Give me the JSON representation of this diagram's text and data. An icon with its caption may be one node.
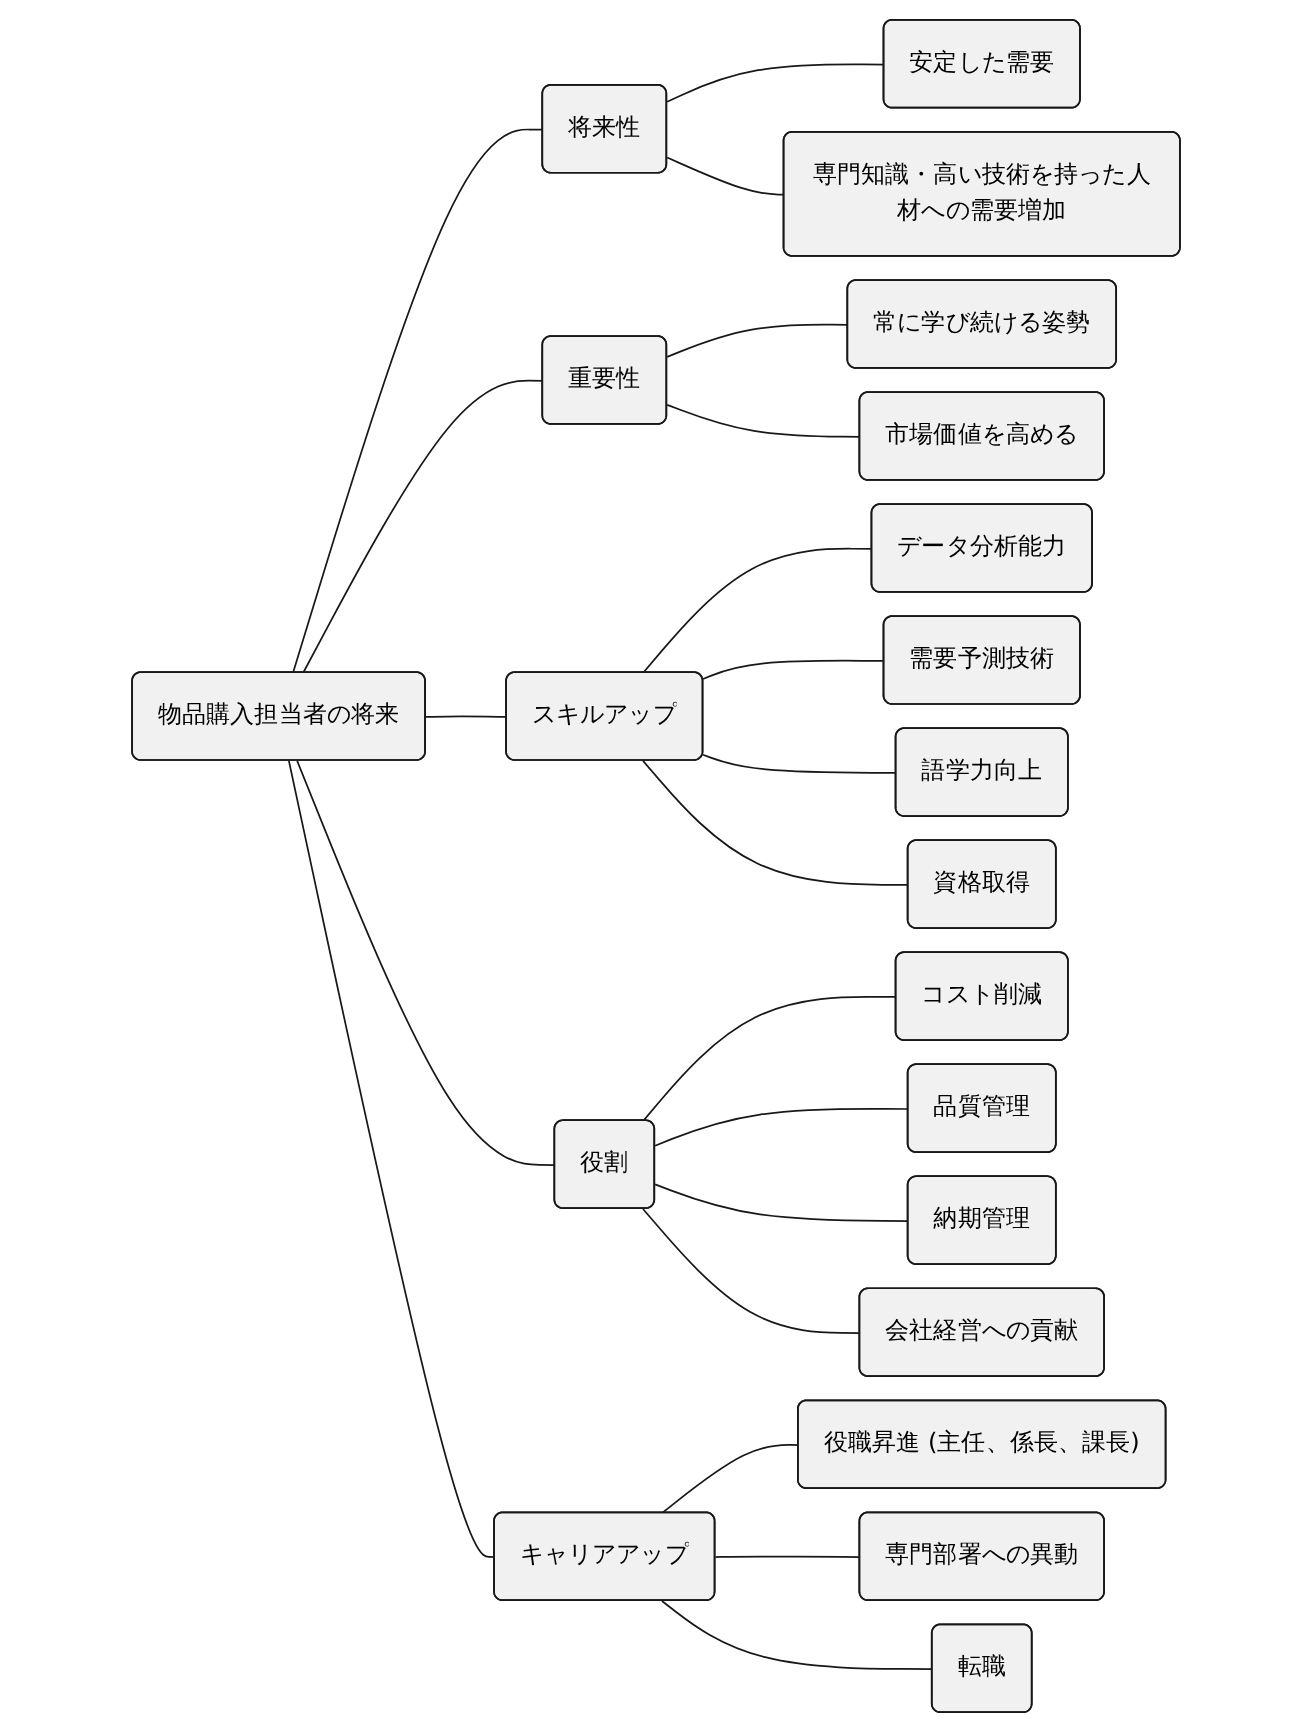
{
  "diagram": {
    "nodes": [
      {
        "text": [
          "物品購入担当者の将来"
        ]
      },
      {
        "text": [
          "将来性"
        ]
      },
      {
        "text": [
          "安定した需要"
        ]
      },
      {
        "text": [
          "専門知識・高い技術を持った人材への需要増加"
        ]
      },
      {
        "text": [
          "重要性"
        ]
      },
      {
        "text": [
          "常に学び続ける姿勢"
        ]
      },
      {
        "text": [
          "市場価値を高める"
        ]
      },
      {
        "text": [
          "スキルアップ"
        ]
      },
      {
        "text": [
          "データ分析能力"
        ]
      },
      {
        "text": [
          "需要予測技術"
        ]
      },
      {
        "text": [
          "語学力向上"
        ]
      },
      {
        "text": [
          "資格取得"
        ]
      },
      {
        "text": [
          "役割"
        ]
      },
      {
        "text": [
          "コスト削減"
        ]
      },
      {
        "text": [
          "品質管理"
        ]
      },
      {
        "text": [
          "納期管理"
        ]
      },
      {
        "text": [
          "会社経営への貢献"
        ]
      },
      {
        "text": [
          "キャリアアップ"
        ]
      },
      {
        "text": [
          "役職昇進 (主任、係長、課長)"
        ]
      },
      {
        "text": [
          "専門部署への異動"
        ]
      },
      {
        "text": [
          "転職"
        ]
      }
    ],
    "edges": [
      {
        "from": 0,
        "to": 1,
        "arrow": "none"
      },
      {
        "from": 1,
        "to": 2,
        "arrow": "none"
      },
      {
        "from": 1,
        "to": 3,
        "arrow": "none"
      },
      {
        "from": 0,
        "to": 4,
        "arrow": "none"
      },
      {
        "from": 4,
        "to": 5,
        "arrow": "none"
      },
      {
        "from": 4,
        "to": 6,
        "arrow": "none"
      },
      {
        "from": 0,
        "to": 7,
        "arrow": "none"
      },
      {
        "from": 7,
        "to": 8,
        "arrow": "none"
      },
      {
        "from": 7,
        "to": 9,
        "arrow": "none"
      },
      {
        "from": 7,
        "to": 10,
        "arrow": "none"
      },
      {
        "from": 7,
        "to": 11,
        "arrow": "none"
      },
      {
        "from": 0,
        "to": 12,
        "arrow": "none"
      },
      {
        "from": 12,
        "to": 13,
        "arrow": "none"
      },
      {
        "from": 12,
        "to": 14,
        "arrow": "none"
      },
      {
        "from": 12,
        "to": 15,
        "arrow": "none"
      },
      {
        "from": 12,
        "to": 16,
        "arrow": "none"
      },
      {
        "from": 0,
        "to": 17,
        "arrow": "none"
      },
      {
        "from": 17,
        "to": 18,
        "arrow": "none"
      },
      {
        "from": 17,
        "to": 19,
        "arrow": "none"
      },
      {
        "from": 17,
        "to": 20,
        "arrow": "none"
      }
    ]
  }
}
